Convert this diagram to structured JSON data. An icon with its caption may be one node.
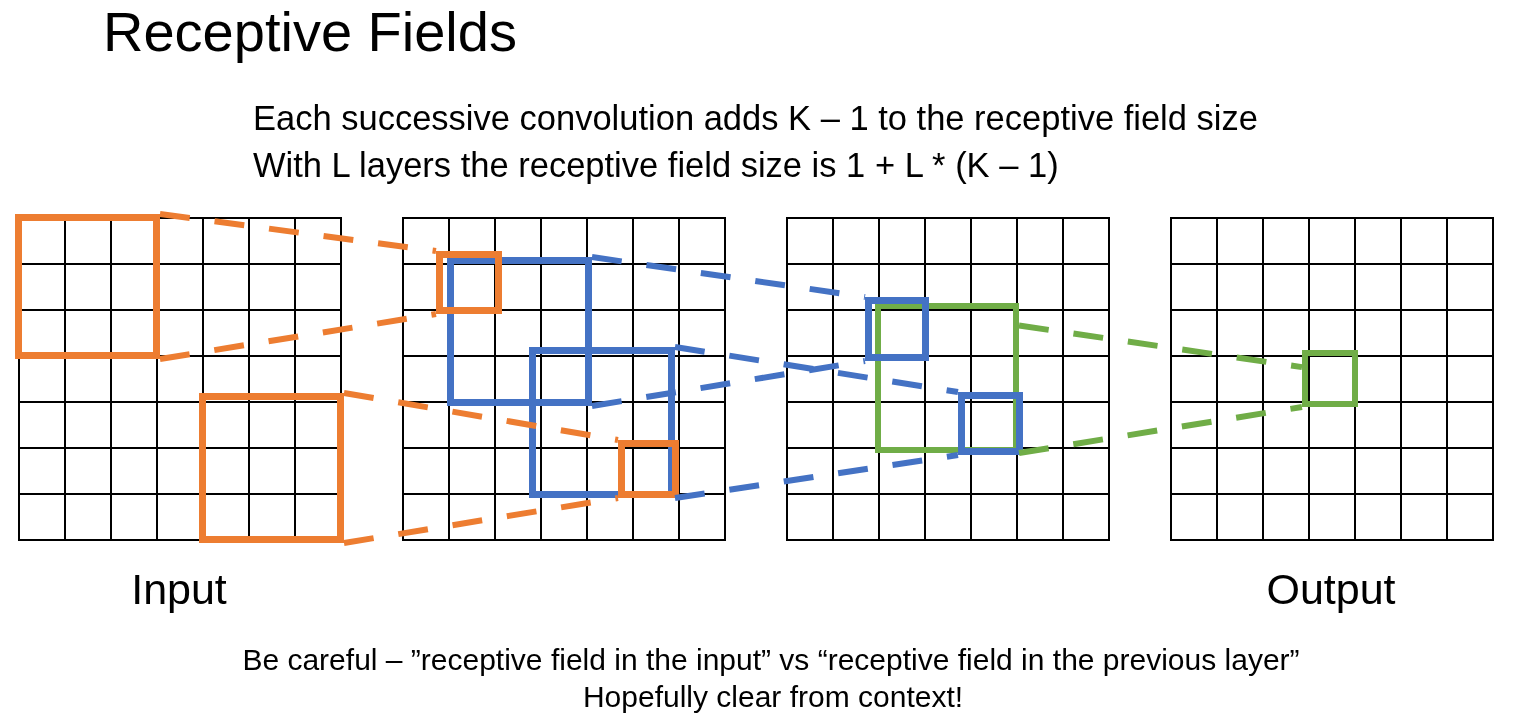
{
  "diagram": {
    "title": "Receptive Fields",
    "nodes": [
      {
        "text": [],
        "shape": "grid",
        "beside": [
          "Input"
        ]
      },
      {
        "text": [],
        "shape": "box",
        "in": 0
      },
      {
        "text": [],
        "shape": "box",
        "in": 0
      },
      {
        "text": [],
        "shape": "grid"
      },
      {
        "text": [],
        "shape": "box",
        "in": 3
      },
      {
        "text": [],
        "shape": "box",
        "in": 3
      },
      {
        "text": [],
        "shape": "box",
        "in": 3
      },
      {
        "text": [],
        "shape": "box",
        "in": 6
      },
      {
        "text": [],
        "shape": "grid"
      },
      {
        "text": [],
        "shape": "box",
        "in": 8
      },
      {
        "text": [],
        "shape": "box",
        "in": 8
      },
      {
        "text": [],
        "shape": "box",
        "in": 10
      },
      {
        "text": [],
        "shape": "grid",
        "beside": [
          "Output"
        ]
      },
      {
        "text": [],
        "shape": "box",
        "in": 12
      }
    ],
    "edges": [
      {
        "from": 1,
        "to": 5,
        "arrow": "none",
        "style": "dashed",
        "color": "#ed7d31"
      },
      {
        "from": 1,
        "to": 5,
        "arrow": "none",
        "style": "dashed",
        "color": "#ed7d31"
      },
      {
        "from": 2,
        "to": 7,
        "arrow": "none",
        "style": "dashed",
        "color": "#ed7d31"
      },
      {
        "from": 2,
        "to": 7,
        "arrow": "none",
        "style": "dashed",
        "color": "#ed7d31"
      },
      {
        "from": 4,
        "to": 9,
        "arrow": "none",
        "style": "dashed",
        "color": "#4472c4"
      },
      {
        "from": 4,
        "to": 9,
        "arrow": "none",
        "style": "dashed",
        "color": "#4472c4"
      },
      {
        "from": 6,
        "to": 11,
        "arrow": "none",
        "style": "dashed",
        "color": "#4472c4"
      },
      {
        "from": 6,
        "to": 11,
        "arrow": "none",
        "style": "dashed",
        "color": "#4472c4"
      },
      {
        "from": 10,
        "to": 13,
        "arrow": "none",
        "style": "dashed",
        "color": "#70ad47"
      },
      {
        "from": 10,
        "to": 13,
        "arrow": "none",
        "style": "dashed",
        "color": "#70ad47"
      }
    ],
    "labels": [
      "Each successive convolution adds K – 1 to the receptive field size",
      "With L layers the receptive field size is 1 + L * (K – 1)",
      "Be careful – ”receptive field in the input” vs “receptive field in the previous layer”",
      "Hopefully clear from context!"
    ]
  }
}
